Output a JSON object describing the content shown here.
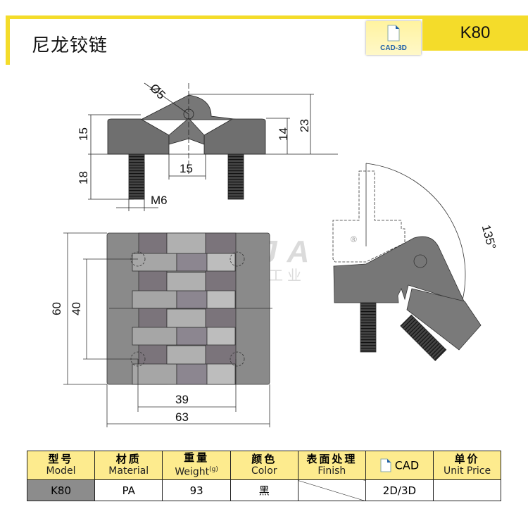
{
  "header": {
    "title": "尼龙铰链",
    "cad_badge": "CAD-3D",
    "model": "K80"
  },
  "watermark": {
    "brand": "TANJA",
    "company": "天甲工业"
  },
  "drawing": {
    "front": {
      "hole": "Ø5",
      "height_base": "15",
      "height_screw": "18",
      "gap": "15",
      "thread": "M6",
      "height_leaf": "14",
      "height_total": "23"
    },
    "plan": {
      "length": "60",
      "hole_spacing_y": "40",
      "hole_spacing_x": "39",
      "width": "63"
    },
    "side": {
      "angle": "135°",
      "mark": "®"
    }
  },
  "table": {
    "headers": [
      {
        "cn": "型号",
        "en": "Model"
      },
      {
        "cn": "材质",
        "en": "Material"
      },
      {
        "cn": "重量",
        "en": "Weight",
        "unit": "(g)"
      },
      {
        "cn": "颜色",
        "en": "Color"
      },
      {
        "cn": "表面处理",
        "en": "Finish"
      },
      {
        "cn": "",
        "en": "CAD"
      },
      {
        "cn": "单价",
        "en": "Unit Price"
      }
    ],
    "row": {
      "model": "K80",
      "material": "PA",
      "weight": "93",
      "color": "黑",
      "finish": "",
      "cad": "2D/3D",
      "price": ""
    }
  }
}
